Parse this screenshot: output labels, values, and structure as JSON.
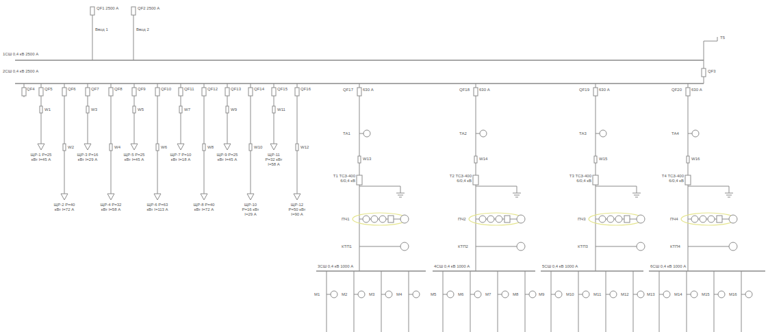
{
  "diagram": {
    "labels": [
      "1СШ 0,4 кВ 2500 А",
      "2СШ 0,4 кВ 2500 А",
      "QF1 2500 А",
      "Ввод 1",
      "QF2 2500 А",
      "Ввод 2",
      "Т5",
      "QF3",
      "QF4",
      "QF5",
      "W1",
      "ЩР-1 Р=25 кВт I=45 А",
      "QF6",
      "W2",
      "ЩР-2 Р=40 кВт I=72 А",
      "QF7",
      "W3",
      "ЩР-3 Р=16 кВт I=29 А",
      "QF8",
      "W4",
      "ЩР-4 Р=32 кВт I=58 А",
      "QF9",
      "W5",
      "ЩР-5 Р=25 кВт I=45 А",
      "QF10",
      "W6",
      "ЩР-6 Р=63 кВт I=113 А",
      "QF11",
      "W7",
      "ЩР-7 Р=10 кВт I=18 А",
      "QF12",
      "W8",
      "ЩР-8 Р=40 кВт I=72 А",
      "QF13",
      "W9",
      "ЩР-9 Р=25 кВт I=45 А",
      "QF14",
      "W10",
      "ЩР-10 Р=16 кВт I=29 А",
      "QF15",
      "W11",
      "ЩР-11 Р=32 кВт I=58 А",
      "QF16",
      "W12",
      "ЩР-12 Р=50 кВт I=90 А",
      "QF17",
      "630 А",
      "ТА1",
      "W13",
      "Т1 ТСЗ-400 6/0,4 кВ",
      "ПЧ1",
      "КТП1",
      "3СШ 0,4 кВ 1000 А",
      "QF18",
      "630 А",
      "ТА2",
      "W14",
      "Т2 ТСЗ-400 6/0,4 кВ",
      "ПЧ2",
      "КТП2",
      "4СШ 0,4 кВ 1000 А",
      "QF19",
      "630 А",
      "ТА3",
      "W15",
      "Т3 ТСЗ-400 6/0,4 кВ",
      "ПЧ3",
      "КТП3",
      "5СШ 0,4 кВ 1000 А",
      "QF20",
      "630 А",
      "ТА4",
      "W16",
      "Т4 ТСЗ-400 6/0,4 кВ",
      "ПЧ4",
      "КТП4",
      "6СШ 0,4 кВ 1000 А",
      "М1",
      "М2",
      "М3",
      "М4",
      "М5",
      "М6",
      "М7",
      "М8",
      "М9",
      "М10",
      "М11",
      "М12",
      "М13",
      "М14",
      "М15",
      "М16"
    ]
  }
}
